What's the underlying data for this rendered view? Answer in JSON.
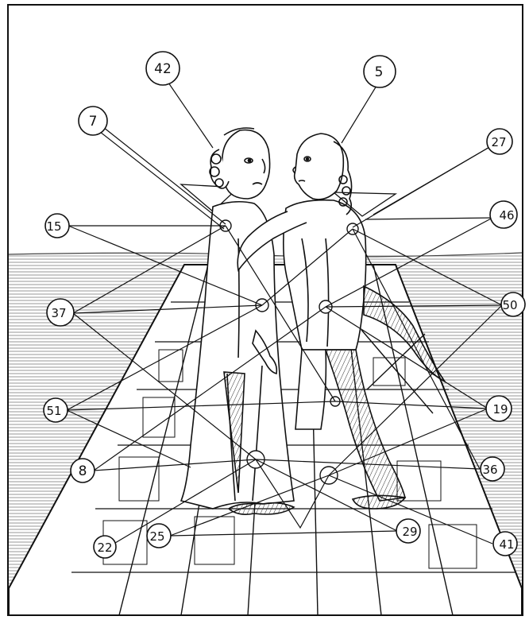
{
  "labels": {
    "n42": "42",
    "n5": "5",
    "n7": "7",
    "n27": "27",
    "n15": "15",
    "n46": "46",
    "n37": "37",
    "n50": "50",
    "n51": "51",
    "n19": "19",
    "n8": "8",
    "n36": "36",
    "n22": "22",
    "n25": "25",
    "n29": "29",
    "n41": "41"
  }
}
